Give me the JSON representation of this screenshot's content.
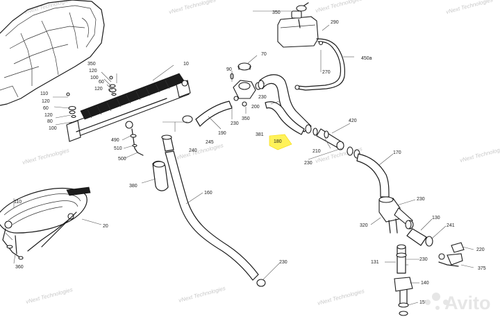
{
  "diagram": {
    "watermark_text": "vNext Technologies",
    "brand_watermark": "Avito",
    "highlight_color": "#fff25a",
    "labels": {
      "l350a": "350",
      "l290": "290",
      "l450a": "450a",
      "l270": "270",
      "l70": "70",
      "l90": "90",
      "l230a": "230",
      "l350b": "350",
      "l200": "200",
      "l230b": "230",
      "l190": "190",
      "l381": "381",
      "l180": "180",
      "l420": "420",
      "l210": "210",
      "l230c": "230",
      "l170": "170",
      "l10": "10",
      "l350c": "350",
      "l120a": "120",
      "l100a": "100",
      "l120b": "120",
      "l60a": "60",
      "l110a": "110",
      "l120c": "120",
      "l60b": "60",
      "l120d": "120",
      "l80": "80",
      "l100b": "100",
      "l490": "490",
      "l510": "510",
      "l500": "500",
      "l240": "240",
      "l245": "245",
      "l380": "380",
      "l160": "160",
      "l230d": "230",
      "l20": "20",
      "l110b": "110",
      "l360": "360",
      "l230e": "230",
      "l320": "320",
      "l130": "130",
      "l241": "241",
      "l220": "220",
      "l131": "131",
      "l230f": "230",
      "l375": "375",
      "l140": "140",
      "l150": "150"
    }
  }
}
